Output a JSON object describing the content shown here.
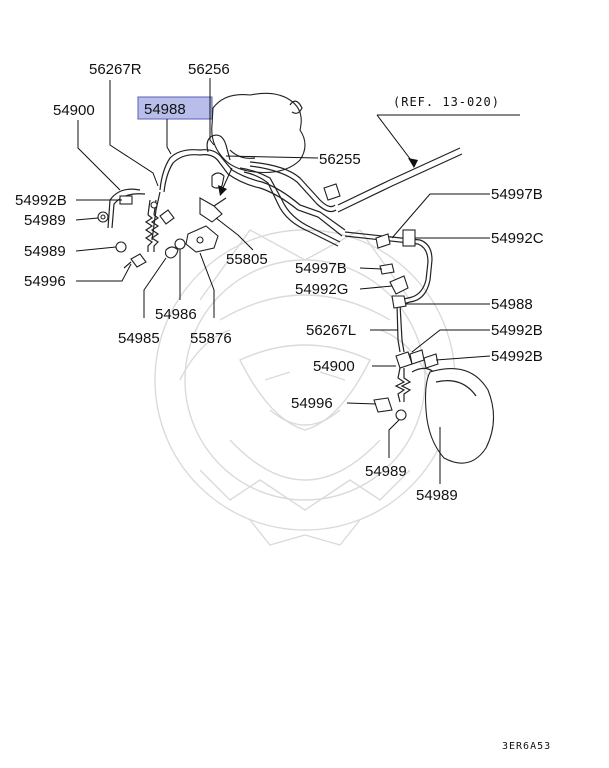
{
  "diagram": {
    "reference": "(REF. 13-020)",
    "drawing_code": "3ER6A53",
    "highlight_color": "#b8bdea",
    "labels": {
      "p56267R": "56267R",
      "p56256": "56256",
      "p54900_top": "54900",
      "p54988_top": "54988",
      "p56255": "56255",
      "p54992B_l": "54992B",
      "p54989_l1": "54989",
      "p54989_l2": "54989",
      "p54996_l": "54996",
      "p55805": "55805",
      "p54985": "54985",
      "p54986": "54986",
      "p55876": "55876",
      "p54997B_1": "54997B",
      "p54992C": "54992C",
      "p54997B_2": "54997B",
      "p54992G": "54992G",
      "p54988_r": "54988",
      "p56267L": "56267L",
      "p54992B_r1": "54992B",
      "p54900_r": "54900",
      "p54992B_r2": "54992B",
      "p54996_r": "54996",
      "p54989_r1": "54989",
      "p54989_r2": "54989"
    }
  }
}
